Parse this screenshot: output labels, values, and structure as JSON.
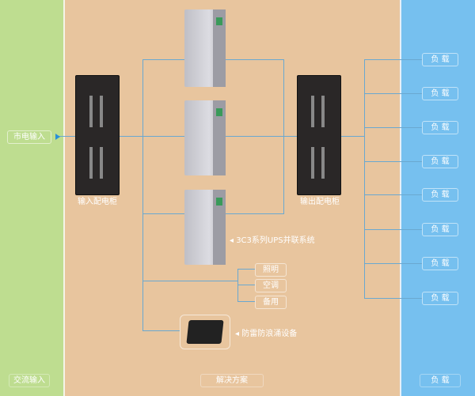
{
  "columns": {
    "left": "交流输入",
    "middle": "解决方案",
    "right": "负 载"
  },
  "input_label": "市电输入",
  "input_cabinet": "输入配电柜",
  "output_cabinet": "输出配电柜",
  "ups_system": "◂ 3C3系列UPS并联系统",
  "aux_loads": [
    "照明",
    "空调",
    "备用"
  ],
  "surge_device": "◂ 防雷防浪涌设备",
  "loads": [
    "负 载",
    "负 载",
    "负 载",
    "负 载",
    "负 载",
    "负 载",
    "负 载",
    "负 载"
  ],
  "colors": {
    "green": "#bedd90",
    "beige": "#e8c59e",
    "blue": "#76c0ef",
    "line": "#6aa8d0"
  }
}
